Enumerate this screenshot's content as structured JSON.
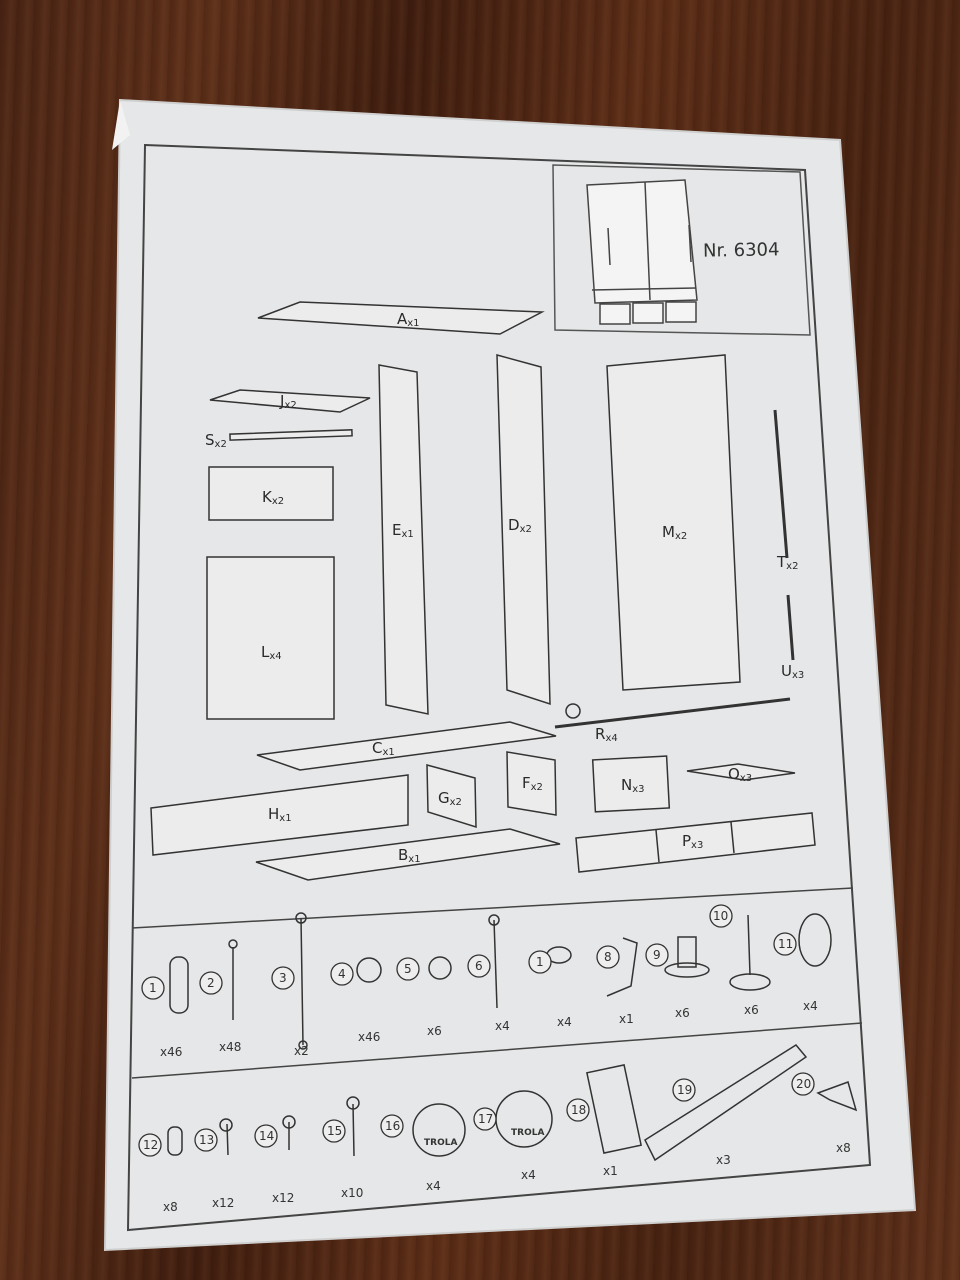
{
  "sheet": {
    "model_number": "Nr. 6304"
  },
  "parts": [
    {
      "letter": "A",
      "qty": "x1"
    },
    {
      "letter": "J",
      "qty": "x2"
    },
    {
      "letter": "S",
      "qty": "x2"
    },
    {
      "letter": "K",
      "qty": "x2"
    },
    {
      "letter": "L",
      "qty": "x4"
    },
    {
      "letter": "E",
      "qty": "x1"
    },
    {
      "letter": "D",
      "qty": "x2"
    },
    {
      "letter": "M",
      "qty": "x2"
    },
    {
      "letter": "T",
      "qty": "x2"
    },
    {
      "letter": "U",
      "qty": "x3"
    },
    {
      "letter": "R",
      "qty": "x4"
    },
    {
      "letter": "C",
      "qty": "x1"
    },
    {
      "letter": "G",
      "qty": "x2"
    },
    {
      "letter": "F",
      "qty": "x2"
    },
    {
      "letter": "N",
      "qty": "x3"
    },
    {
      "letter": "O",
      "qty": "x3"
    },
    {
      "letter": "H",
      "qty": "x1"
    },
    {
      "letter": "B",
      "qty": "x1"
    },
    {
      "letter": "P",
      "qty": "x3"
    }
  ],
  "hardware": [
    {
      "num": "1",
      "qty": "x46"
    },
    {
      "num": "2",
      "qty": "x48"
    },
    {
      "num": "3",
      "qty": "x2"
    },
    {
      "num": "4",
      "qty": "x46"
    },
    {
      "num": "5",
      "qty": "x6"
    },
    {
      "num": "6",
      "qty": "x4"
    },
    {
      "num": "1",
      "qty": "x4"
    },
    {
      "num": "8",
      "qty": "x1"
    },
    {
      "num": "9",
      "qty": "x6"
    },
    {
      "num": "10",
      "qty": "x6"
    },
    {
      "num": "11",
      "qty": "x4"
    },
    {
      "num": "12",
      "qty": "x8"
    },
    {
      "num": "13",
      "qty": "x12"
    },
    {
      "num": "14",
      "qty": "x12"
    },
    {
      "num": "15",
      "qty": "x10"
    },
    {
      "num": "16",
      "qty": "x4",
      "brand": "TROLA"
    },
    {
      "num": "17",
      "qty": "x4",
      "brand": "TROLA"
    },
    {
      "num": "18",
      "qty": "x1"
    },
    {
      "num": "19",
      "qty": "x3"
    },
    {
      "num": "20",
      "qty": "x8"
    }
  ]
}
